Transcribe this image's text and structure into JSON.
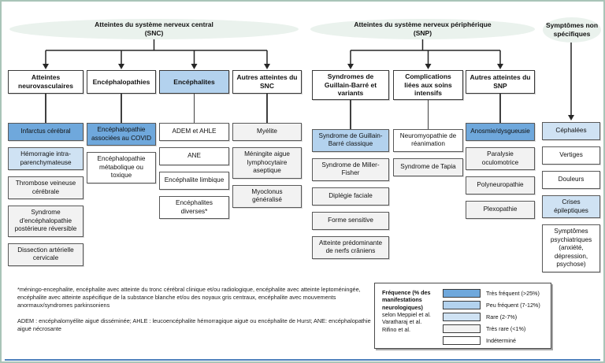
{
  "frequency_classes": {
    "tres_frequent": "#6fa8dc",
    "peu_frequent": "#b3d2ee",
    "rare": "#cfe2f3",
    "tres_rare": "#f2f2f2",
    "indetermine": "#ffffff"
  },
  "groups": [
    {
      "id": "snc",
      "ellipse_label": "Atteintes du système nerveux central",
      "ellipse_sublabel": "(SNC)",
      "columns": [
        {
          "header": {
            "label": "Atteintes neurovasculaires",
            "freq": "indetermine"
          },
          "children": [
            {
              "label": "Infarctus cérébral",
              "freq": "tres_frequent"
            },
            {
              "label": "Hémorragie intra-parenchymateuse",
              "freq": "rare"
            },
            {
              "label": "Thrombose veineuse cérébrale",
              "freq": "tres_rare"
            },
            {
              "label": "Syndrome d'encéphalopathie postérieure réversible",
              "freq": "tres_rare"
            },
            {
              "label": "Dissection artérielle cervicale",
              "freq": "tres_rare"
            }
          ]
        },
        {
          "header": {
            "label": "Encéphalopathies",
            "freq": "indetermine"
          },
          "children": [
            {
              "label": "Encéphalopathie associées au COVID",
              "freq": "tres_frequent"
            },
            {
              "label": "Encéphalopathie métabolique ou toxique",
              "freq": "indetermine"
            }
          ]
        },
        {
          "header": {
            "label": "Encéphalites",
            "freq": "peu_frequent"
          },
          "children": [
            {
              "label": "ADEM et AHLE",
              "freq": "indetermine"
            },
            {
              "label": "ANE",
              "freq": "indetermine"
            },
            {
              "label": "Encéphalite limbique",
              "freq": "indetermine"
            },
            {
              "label": "Encéphalites diverses*",
              "freq": "indetermine"
            }
          ]
        },
        {
          "header": {
            "label": "Autres atteintes du SNC",
            "freq": "indetermine"
          },
          "children": [
            {
              "label": "Myélite",
              "freq": "tres_rare"
            },
            {
              "label": "Méningite aigue lymphocytaire aseptique",
              "freq": "tres_rare"
            },
            {
              "label": "Myoclonus généralisé",
              "freq": "tres_rare"
            }
          ]
        }
      ]
    },
    {
      "id": "snp",
      "ellipse_label": "Atteintes du système nerveux périphérique",
      "ellipse_sublabel": "(SNP)",
      "columns": [
        {
          "header": {
            "label": "Syndromes de Guillain-Barré et variants",
            "freq": "indetermine"
          },
          "children": [
            {
              "label": "Syndrome de Guillain-Barré classique",
              "freq": "peu_frequent"
            },
            {
              "label": "Syndrome de Miller-Fisher",
              "freq": "tres_rare"
            },
            {
              "label": "Diplégie faciale",
              "freq": "tres_rare"
            },
            {
              "label": "Forme sensitive",
              "freq": "tres_rare"
            },
            {
              "label": "Atteinte prédominante de nerfs crâniens",
              "freq": "tres_rare"
            }
          ]
        },
        {
          "header": {
            "label": "Complications liées aux soins intensifs",
            "freq": "indetermine"
          },
          "children": [
            {
              "label": "Neuromyopathie de réanimation",
              "freq": "indetermine"
            },
            {
              "label": "Syndrome de Tapia",
              "freq": "tres_rare"
            }
          ]
        },
        {
          "header": {
            "label": "Autres atteintes du SNP",
            "freq": "indetermine"
          },
          "children": [
            {
              "label": "Anosmie/dysgueusie",
              "freq": "tres_frequent"
            },
            {
              "label": "Paralysie oculomotrice",
              "freq": "tres_rare"
            },
            {
              "label": "Polyneuropathie",
              "freq": "tres_rare"
            },
            {
              "label": "Plexopathie",
              "freq": "tres_rare"
            }
          ]
        }
      ]
    },
    {
      "id": "nonspecific",
      "ellipse_label": "Symptômes non spécifiques",
      "ellipse_sublabel": "",
      "columns": [
        {
          "header": null,
          "children": [
            {
              "label": "Céphalées",
              "freq": "rare"
            },
            {
              "label": "Vertiges",
              "freq": "indetermine"
            },
            {
              "label": "Douleurs",
              "freq": "indetermine"
            },
            {
              "label": "Crises épileptiques",
              "freq": "rare"
            },
            {
              "label": "Symptômes psychiatriques (anxiété, dépression, psychose)",
              "freq": "indetermine"
            }
          ]
        }
      ]
    }
  ],
  "footnotes": [
    "*méningo-encephalite, encéphalite avec atteinte du tronc cérébral clinique et/ou radiologique, encéphalite avec atteinte leptoméningée, encéphalite avec atteinte aspécifique de la substance blanche et/ou des noyaux gris centraux, encéphalite avec mouvements anormaux/syndromes parkinsoniens",
    "ADEM : encéphalomyélite aiguë disséminée; AHLE : leucoencéphalite hémorragique aiguë ou encéphalite de Hurst; ANE: encéphalopathie aiguë nécrosante"
  ],
  "legend": {
    "title_bold": "Fréquence (% des manifestations neurologiques)",
    "title_regular_lines": [
      "selon Meppiel et al.",
      "Varatharaj et al.",
      "Rifino et al."
    ],
    "entries": [
      {
        "freq": "tres_frequent",
        "label": "Très fréquent (>25%)"
      },
      {
        "freq": "peu_frequent",
        "label": "Peu fréquent (7-12%)"
      },
      {
        "freq": "rare",
        "label": "Rare (2-7%)"
      },
      {
        "freq": "tres_rare",
        "label": "Très rare (<1%)"
      },
      {
        "freq": "indetermine",
        "label": "Indéterminé"
      }
    ]
  },
  "accent_colors": {
    "frame_border": "#a9c4b8",
    "ellipse_fill": "#eaf2ed",
    "bottom_bar": "#4f81bd"
  }
}
